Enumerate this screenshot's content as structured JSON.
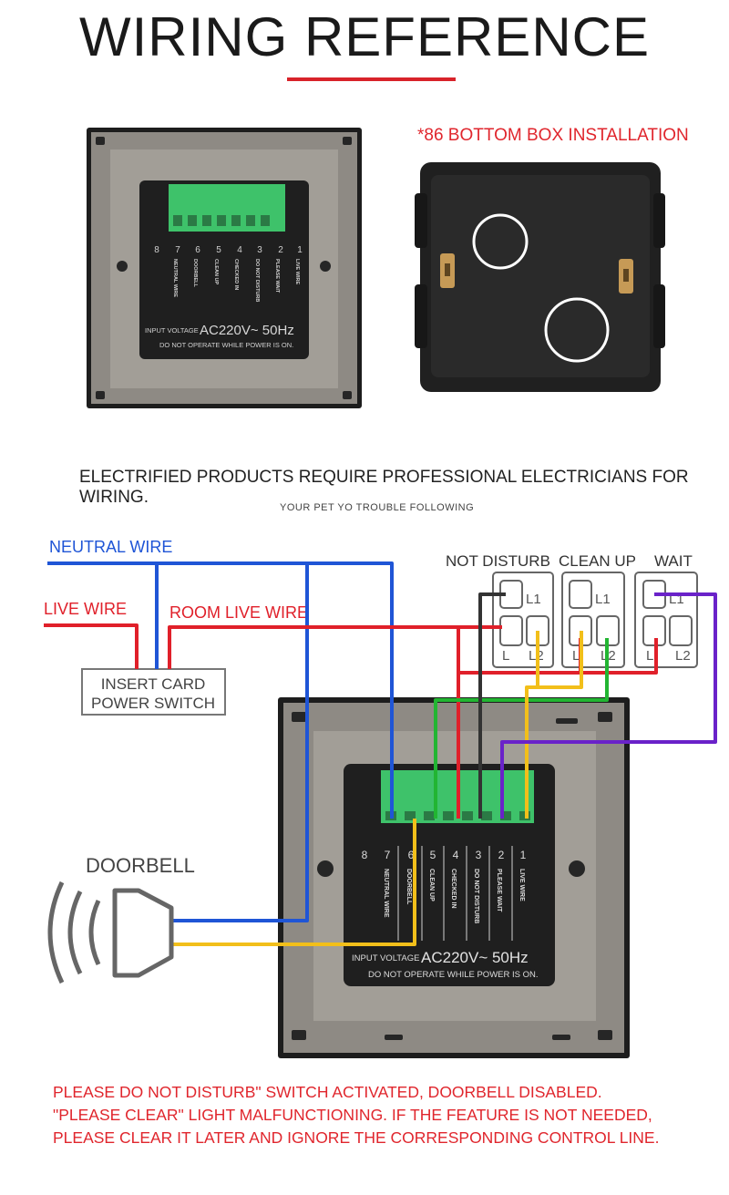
{
  "title": "WIRING REFERENCE",
  "box_caption": "*86 BOTTOM BOX INSTALLATION",
  "notice": "ELECTRIFIED PRODUCTS REQUIRE PROFESSIONAL ELECTRICIANS FOR WIRING.",
  "notice_sub": "YOUR PET YO TROUBLE FOLLOWING",
  "labels": {
    "neutral_wire": "NEUTRAL WIRE",
    "live_wire": "LIVE WIRE",
    "room_live_wire": "ROOM LIVE WIRE",
    "insert_card_line1": "INSERT CARD",
    "insert_card_line2": "POWER SWITCH",
    "doorbell": "DOORBELL"
  },
  "switches": [
    {
      "name": "NOT DISTURB",
      "t_l1": "L1",
      "t_l": "L",
      "t_l2": "L2"
    },
    {
      "name": "CLEAN UP",
      "t_l1": "L1",
      "t_l": "L",
      "t_l2": "L2"
    },
    {
      "name": "WAIT",
      "t_l1": "L1",
      "t_l": "L",
      "t_l2": "L2"
    }
  ],
  "terminals": {
    "numbers": [
      "8",
      "7",
      "6",
      "5",
      "4",
      "3",
      "2",
      "1"
    ],
    "names": [
      "NEUTRAL WIRE",
      "DOORBELL",
      "CLEAN UP",
      "CHECKED IN",
      "DO NOT DISTURB",
      "PLEASE WAIT",
      "LIVE WIRE"
    ],
    "top_names": [
      "NEUTRAL WIRE",
      "DOORBELL",
      "CLEAN UP",
      "CHECKED IN",
      "DO NOT DISTURB",
      "PLEASE WAIT",
      "LIVE WIRE"
    ]
  },
  "panel": {
    "voltage_prefix": "INPUT VOLTAGE",
    "voltage": "AC220V~ 50Hz",
    "warning": "DO NOT OPERATE WHILE POWER IS ON."
  },
  "warning_lines": [
    "PLEASE DO NOT DISTURB\" SWITCH ACTIVATED, DOORBELL DISABLED.",
    "\"PLEASE CLEAR\" LIGHT MALFUNCTIONING. IF THE FEATURE IS NOT NEEDED,",
    "PLEASE CLEAR IT LATER AND IGNORE THE CORRESPONDING CONTROL LINE."
  ],
  "colors": {
    "accent_red": "#e0262d",
    "neutral_blue": "#1f55d6",
    "live_red": "#e0202a",
    "green": "#22b532",
    "yellow": "#f2bf1a",
    "purple": "#6a22c9",
    "black_wire": "#333333",
    "panel_gray": "#8f8b85",
    "terminal_green": "#3ec26a"
  }
}
